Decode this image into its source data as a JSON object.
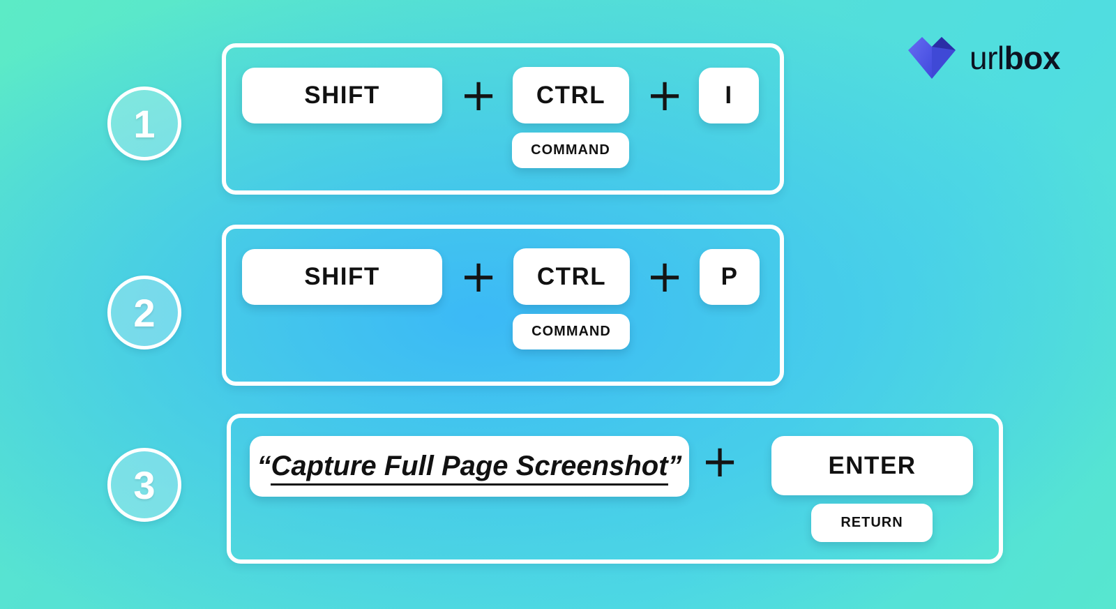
{
  "brand": {
    "icon": "urlbox-gem-icon",
    "name_regular": "url",
    "name_bold": "box"
  },
  "plus_sign": "+",
  "steps": [
    {
      "number": "1",
      "keys": [
        {
          "label": "SHIFT"
        },
        {
          "label": "CTRL",
          "alt_label": "COMMAND"
        },
        {
          "label": "I"
        }
      ]
    },
    {
      "number": "2",
      "keys": [
        {
          "label": "SHIFT"
        },
        {
          "label": "CTRL",
          "alt_label": "COMMAND"
        },
        {
          "label": "P"
        }
      ]
    },
    {
      "number": "3",
      "phrase": {
        "open_quote": "“",
        "text": "Capture Full Page Screenshot",
        "close_quote": "”"
      },
      "keys": [
        {
          "label": "ENTER",
          "alt_label": "RETURN"
        }
      ]
    }
  ],
  "colors": {
    "background_mint": "#5cebc6",
    "background_cyan": "#54dedd",
    "background_blue": "#3ab7f8",
    "key_background": "#ffffff",
    "key_text": "#111111",
    "frame_border": "#ffffff",
    "circle_fill": "rgba(255,255,255,0.26)",
    "logo_text": "#0d1321",
    "logo_blue_light": "#666cf2",
    "logo_blue_mid": "#3f49d6",
    "logo_blue_dark": "#2a2ea6"
  }
}
